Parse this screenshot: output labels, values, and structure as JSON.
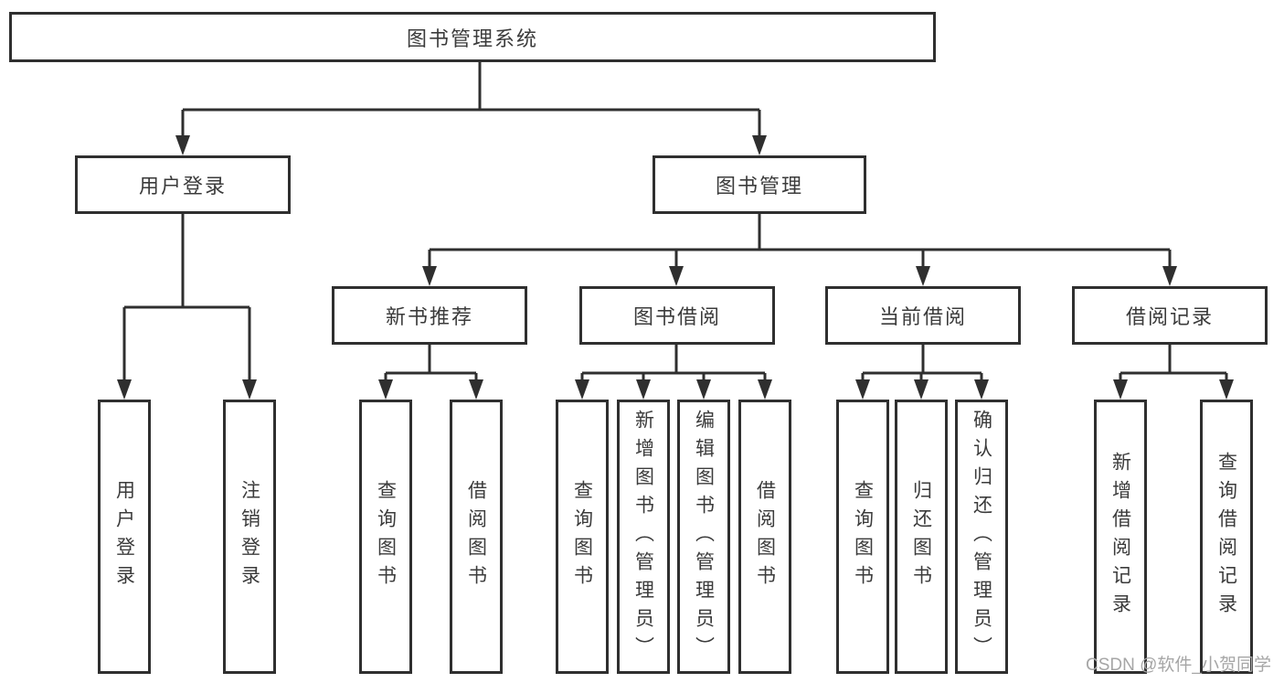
{
  "diagram": {
    "root": {
      "label": "图书管理系统"
    },
    "branches": {
      "user_login": {
        "label": "用户登录",
        "children": [
          "用户登录",
          "注销登录"
        ]
      },
      "book_management": {
        "label": "图书管理",
        "sections": {
          "new_book_recommend": {
            "label": "新书推荐",
            "children": [
              "查询图书",
              "借阅图书"
            ]
          },
          "book_borrow": {
            "label": "图书借阅",
            "children": [
              "查询图书",
              "新增图书（管理员）",
              "编辑图书（管理员）",
              "借阅图书"
            ]
          },
          "current_borrow": {
            "label": "当前借阅",
            "children": [
              "查询图书",
              "归还图书",
              "确认归还（管理员）"
            ]
          },
          "borrow_records": {
            "label": "借阅记录",
            "children": [
              "新增借阅记录",
              "查询借阅记录"
            ]
          }
        }
      }
    }
  },
  "watermark": {
    "text": "CSDN @软件_小贺同学"
  },
  "colors": {
    "line": "#2f2f2f",
    "text": "#3b3b3b",
    "watermark": "#a6a6a6",
    "background": "#ffffff"
  }
}
